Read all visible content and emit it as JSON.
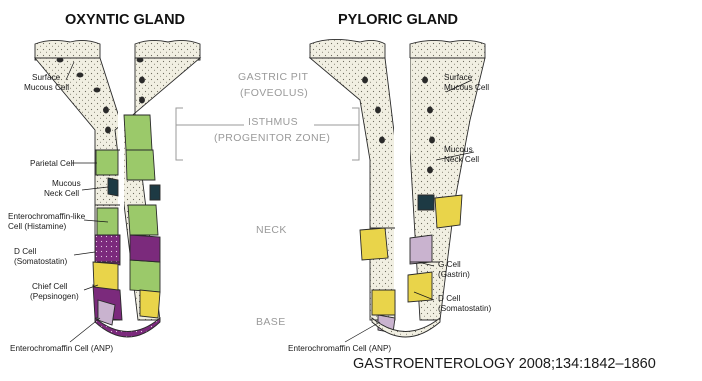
{
  "titles": {
    "oxyntic": "OXYNTIC GLAND",
    "pyloric": "PYLORIC GLAND"
  },
  "zones": {
    "gastric_pit_1": "GASTRIC PIT",
    "gastric_pit_2": "(FOVEOLUS)",
    "isthmus_1": "ISTHMUS",
    "isthmus_2": "(PROGENITOR ZONE)",
    "neck": "NECK",
    "base": "BASE"
  },
  "oxyntic_labels": {
    "surface_1": "Surface",
    "surface_2": "Mucous Cell",
    "parietal": "Parietal Cell",
    "mucous_neck_1": "Mucous",
    "mucous_neck_2": "Neck Cell",
    "ecl_1": "Enterochromaffin-like",
    "ecl_2": "Cell (Histamine)",
    "dcell_1": "D Cell",
    "dcell_2": "(Somatostatin)",
    "chief_1": "Chief Cell",
    "chief_2": "(Pepsinogen)",
    "ec": "Enterochromaffin Cell (ANP)"
  },
  "pyloric_labels": {
    "surface_1": "Surface",
    "surface_2": "Mucous Cell",
    "mucous_neck_1": "Mucous",
    "mucous_neck_2": "Neck Cell",
    "gcell_1": "G Cell",
    "gcell_2": "(Gastrin)",
    "dcell_1": "D Cell",
    "dcell_2": "(Somatostatin)",
    "ec": "Enterochromaffin Cell (ANP)"
  },
  "citation": "GASTROENTEROLOGY 2008;134:1842–1860",
  "colors": {
    "mucous": "#f1efe2",
    "parietal": "#9bc96a",
    "chief": "#7b2a7c",
    "dcell": "#e9d44a",
    "endocrine": "#c9b3cf",
    "outline": "#2a2a2a",
    "zone_text": "#9a9a9a"
  }
}
